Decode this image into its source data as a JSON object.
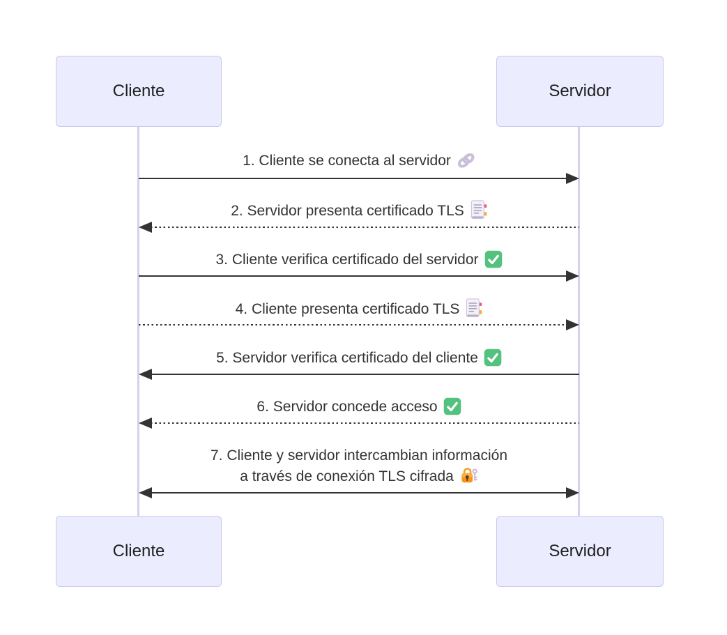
{
  "diagram": {
    "type": "sequence",
    "language": "es",
    "actors": [
      {
        "id": "cliente",
        "label": "Cliente"
      },
      {
        "id": "servidor",
        "label": "Servidor"
      }
    ],
    "messages": [
      {
        "num": "1",
        "text": "1. Cliente se conecta al servidor",
        "icon": "link-icon",
        "from": "cliente",
        "to": "servidor",
        "line_style": "solid",
        "direction": "right"
      },
      {
        "num": "2",
        "text": "2. Servidor presenta certificado TLS",
        "icon": "certificate-icon",
        "from": "servidor",
        "to": "cliente",
        "line_style": "dotted",
        "direction": "left"
      },
      {
        "num": "3",
        "text": "3. Cliente verifica certificado del servidor",
        "icon": "check-icon",
        "from": "cliente",
        "to": "servidor",
        "line_style": "solid",
        "direction": "right"
      },
      {
        "num": "4",
        "text": "4. Cliente presenta certificado TLS",
        "icon": "certificate-icon",
        "from": "cliente",
        "to": "servidor",
        "line_style": "dotted",
        "direction": "right"
      },
      {
        "num": "5",
        "text": "5. Servidor verifica certificado del cliente",
        "icon": "check-icon",
        "from": "servidor",
        "to": "cliente",
        "line_style": "solid",
        "direction": "left"
      },
      {
        "num": "6",
        "text": "6. Servidor concede acceso",
        "icon": "check-icon",
        "from": "servidor",
        "to": "cliente",
        "line_style": "dotted",
        "direction": "left"
      },
      {
        "num": "7",
        "line1": "7. Cliente y servidor intercambian información",
        "line2": "a través de conexión TLS cifrada",
        "icon": "lock-icon",
        "from": "cliente",
        "to": "servidor",
        "line_style": "solid",
        "direction": "both"
      }
    ],
    "icon_unicode": {
      "link-icon": "🔗",
      "certificate-icon": "📑",
      "check-icon": "✅",
      "lock-icon": "🔐"
    },
    "colors": {
      "background": "#FFFFFF",
      "actor_fill": "#ECECFF",
      "actor_border": "#CFC6EE",
      "lifeline": "#D7CEF0",
      "message_line": "#333333",
      "text": "#333333",
      "check_green": "#55C17E",
      "lock_orange": "#F7941D",
      "certificate_tab_pink": "#EF5777",
      "certificate_tab_yellow": "#F9A83D",
      "link_lavender": "#C9BFD9"
    }
  }
}
